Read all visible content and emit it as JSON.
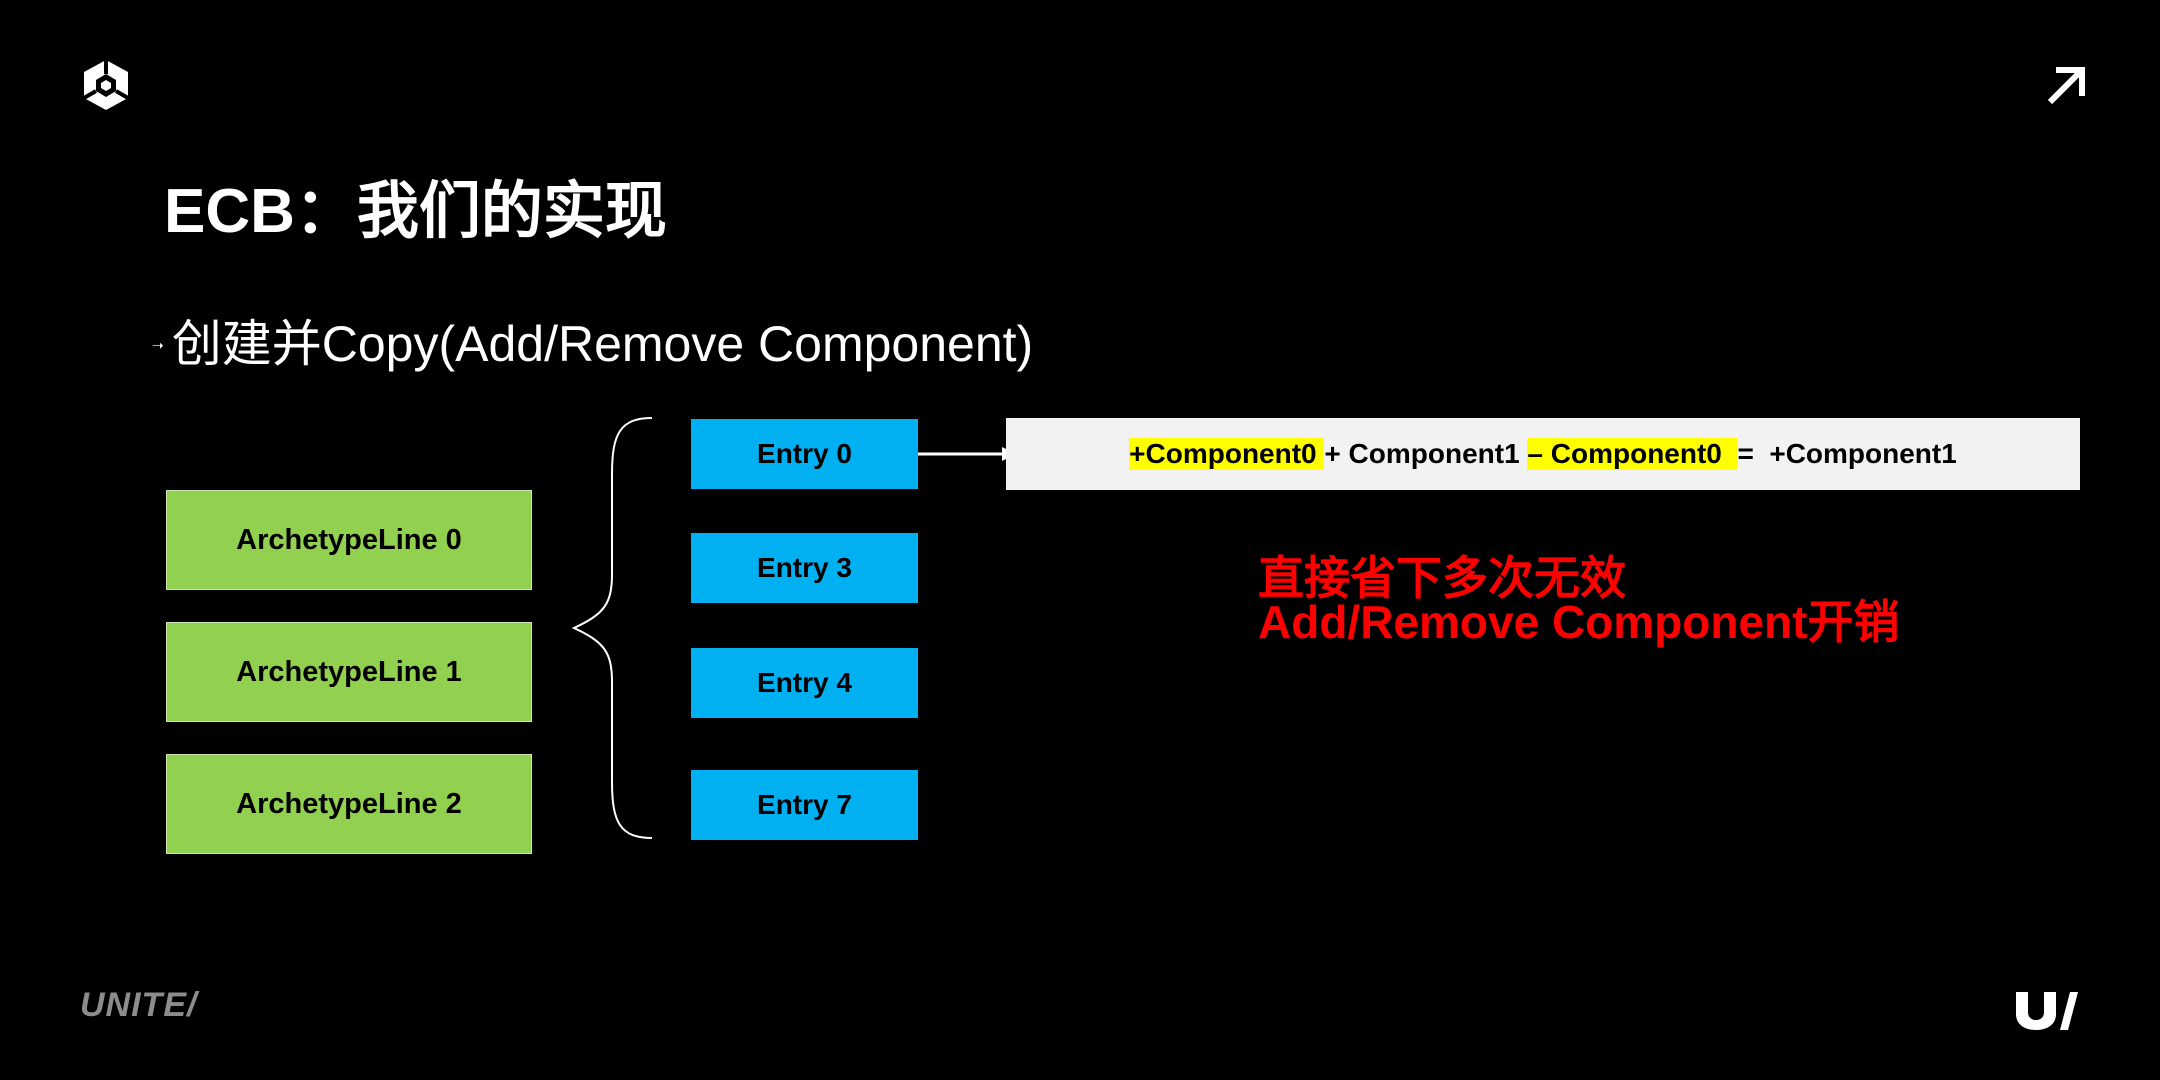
{
  "slide": {
    "title": "ECB：我们的实现",
    "bullet": "创建并Copy(Add/Remove Component)"
  },
  "archetype_lines": [
    "ArchetypeLine 0",
    "ArchetypeLine 1",
    "ArchetypeLine 2"
  ],
  "entries": [
    "Entry 0",
    "Entry 3",
    "Entry 4",
    "Entry 7"
  ],
  "formula": {
    "part1": "+Component0 ",
    "part2": "+ Component1 ",
    "part3": "– Component0  ",
    "part4": "=  +Component1"
  },
  "note": {
    "line1": "直接省下多次无效",
    "line2": "Add/Remove Component开销"
  },
  "footer": {
    "brand": "UNITE/"
  },
  "icons": [
    "unity-logo-icon",
    "arrow-up-right-icon",
    "unite-u-logo-icon",
    "bullet-arrow-icon"
  ],
  "colors": {
    "archetype_fill": "#92d050",
    "entry_fill": "#00b0f0",
    "highlight": "#ffff00",
    "note": "#ff0000"
  }
}
